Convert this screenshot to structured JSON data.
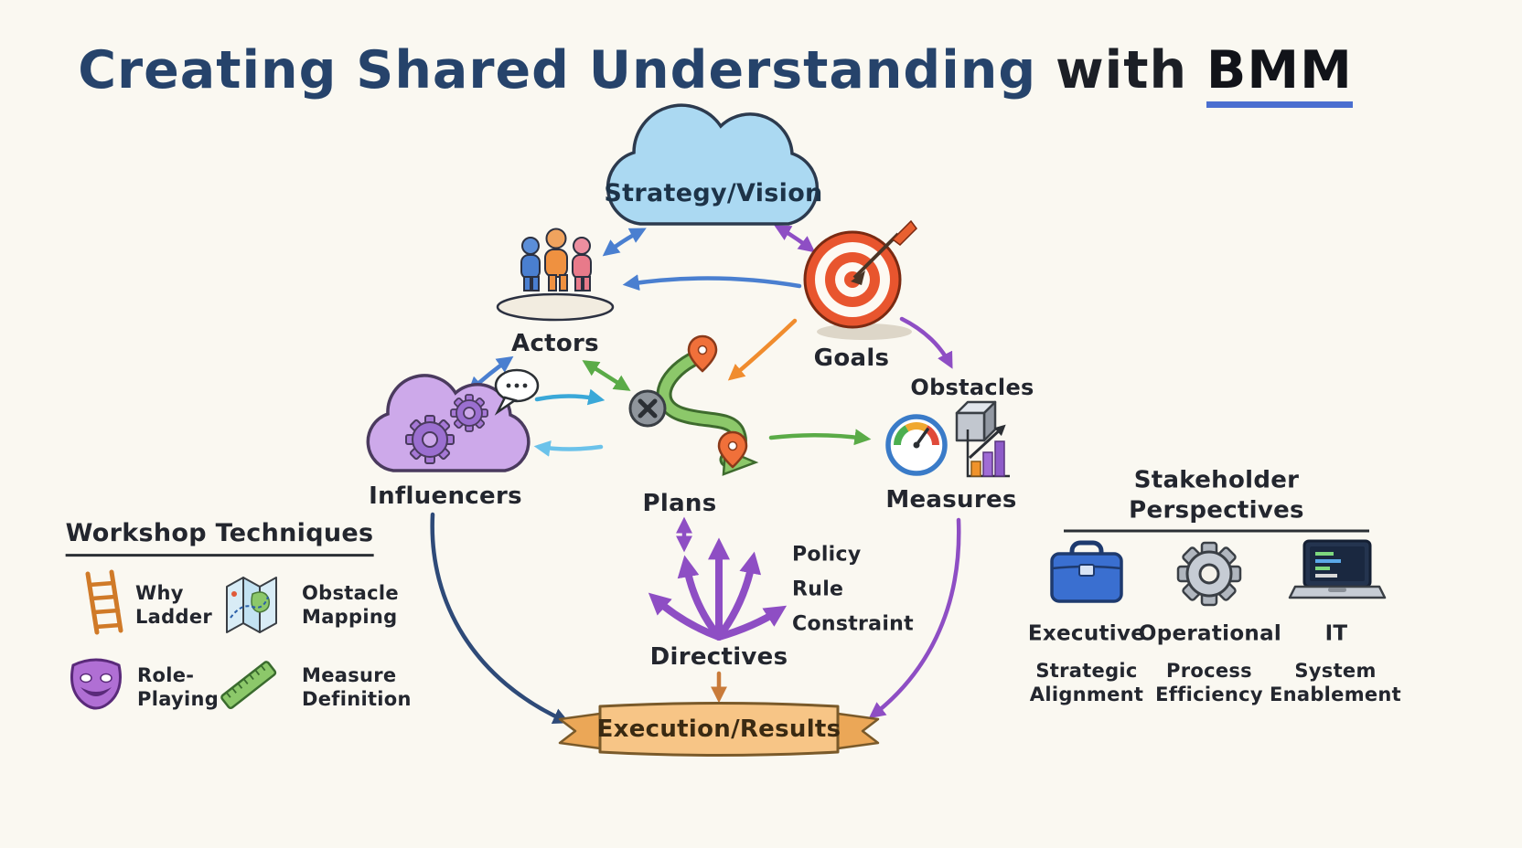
{
  "title": {
    "main": "Creating Shared Understanding",
    "with": "with",
    "bmm": "BMM"
  },
  "nodes": {
    "strategy": {
      "label": "Strategy/Vision",
      "icon": "cloud-icon"
    },
    "actors": {
      "label": "Actors",
      "icon": "people-group-icon"
    },
    "goals": {
      "label": "Goals",
      "icon": "target-icon"
    },
    "influencers": {
      "label": "Influencers",
      "icon": "cloud-gears-icon"
    },
    "plans": {
      "label": "Plans",
      "icon": "winding-path-icon"
    },
    "obstacles": {
      "label": "Obstacles",
      "icon": "cube-icon"
    },
    "measures": {
      "label": "Measures",
      "icon": "gauge-barchart-icon"
    },
    "directives": {
      "label": "Directives",
      "icon": "branching-arrows-icon"
    },
    "execution": {
      "label": "Execution/Results",
      "icon": "ribbon-banner-icon"
    }
  },
  "directive_types": {
    "policy": "Policy",
    "rule": "Rule",
    "constraint": "Constraint"
  },
  "workshop": {
    "title": "Workshop Techniques",
    "items": [
      {
        "icon": "ladder-icon",
        "label": "Why\nLadder"
      },
      {
        "icon": "map-icon",
        "label": "Obstacle\nMapping"
      },
      {
        "icon": "mask-icon",
        "label": "Role-\nPlaying"
      },
      {
        "icon": "ruler-icon",
        "label": "Measure\nDefinition"
      }
    ]
  },
  "stakeholders": {
    "title": "Stakeholder Perspectives",
    "items": [
      {
        "icon": "briefcase-icon",
        "role": "Executive",
        "benefit": "Strategic\nAlignment"
      },
      {
        "icon": "gear-icon",
        "role": "Operational",
        "benefit": "Process\nEfficiency"
      },
      {
        "icon": "laptop-icon",
        "role": "IT",
        "benefit": "System\nEnablement"
      }
    ]
  },
  "colors": {
    "background": "#faf8f1",
    "title_navy": "#26436b",
    "ink": "#23262e",
    "blue_arrow": "#4a7fd0",
    "teal_arrow": "#3aa8d8",
    "light_blue_arrow": "#6bc2ea",
    "green_arrow": "#5aab47",
    "orange_arrow": "#f08c2e",
    "brown_arrow": "#c97b3a",
    "purple_arrow": "#8e4ec4",
    "navy_arrow": "#2e4a78",
    "cloud_blue": "#abd9f2",
    "cloud_purple": "#cda9ea",
    "target_red": "#e8552e",
    "banner_orange": "#f7c586",
    "path_green": "#8cc86a"
  }
}
